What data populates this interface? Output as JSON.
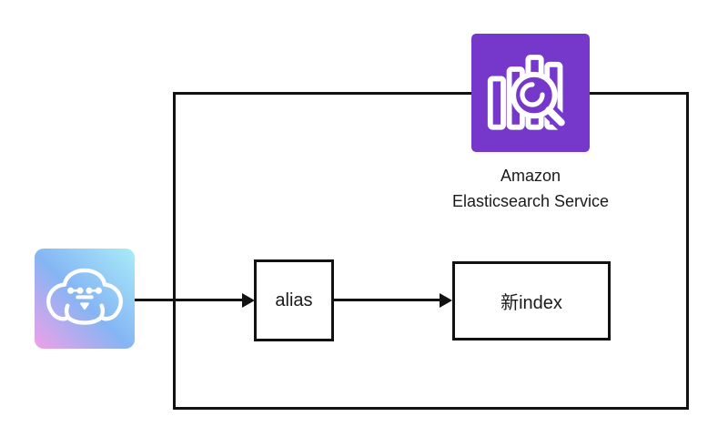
{
  "service": {
    "label_line1": "Amazon",
    "label_line2": "Elasticsearch Service",
    "icon": "elasticsearch-magnifier-bar-chart-icon"
  },
  "client": {
    "icon": "dog-cloud-mascot-icon"
  },
  "nodes": [
    {
      "id": "alias",
      "label": "alias"
    },
    {
      "id": "new-index",
      "label": "新index"
    }
  ],
  "arrows": [
    {
      "from": "client",
      "to": "alias"
    },
    {
      "from": "alias",
      "to": "new-index"
    }
  ],
  "colors": {
    "service_purple": "#7538cb",
    "diagram_line": "#121212",
    "client_gradient_top_right": "#a9ecf9",
    "client_gradient_middle": "#85b5f4",
    "client_gradient_bottom_left": "#efa0e8"
  }
}
